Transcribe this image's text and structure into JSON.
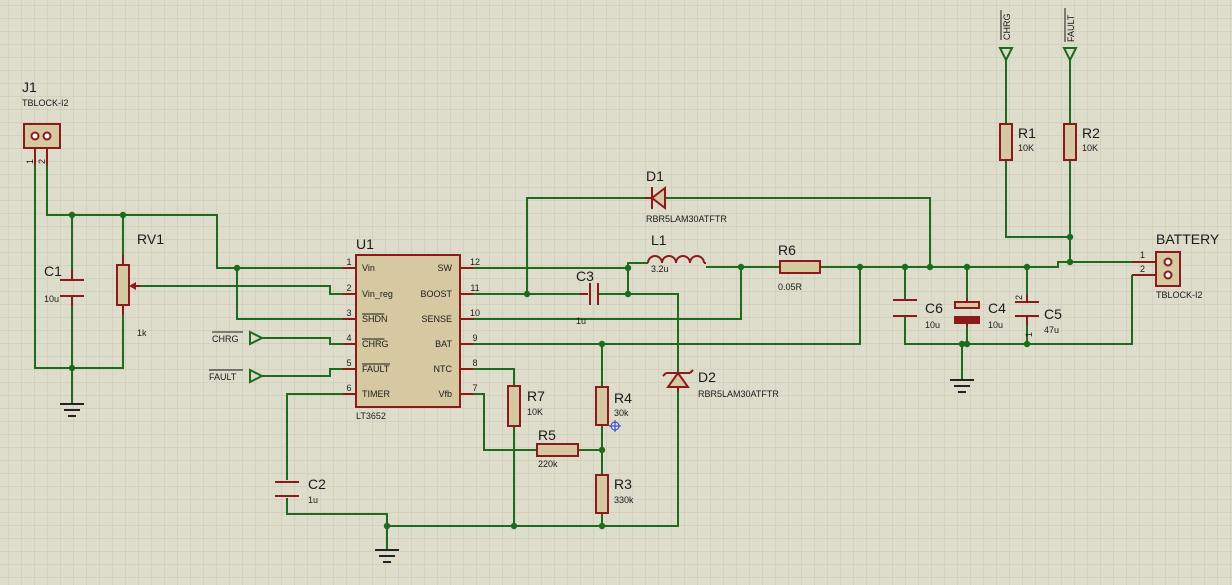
{
  "components": {
    "j1": {
      "ref": "J1",
      "value": "TBLOCK-I2",
      "pin1": "1",
      "pin2": "2"
    },
    "battery": {
      "ref": "BATTERY",
      "value": "TBLOCK-I2",
      "pin1": "1",
      "pin2": "2"
    },
    "rv1": {
      "ref": "RV1",
      "value": "1k"
    },
    "c1": {
      "ref": "C1",
      "value": "10u"
    },
    "c2": {
      "ref": "C2",
      "value": "1u"
    },
    "c3": {
      "ref": "C3",
      "value": "1u"
    },
    "c4": {
      "ref": "C4",
      "value": "10u"
    },
    "c5": {
      "ref": "C5",
      "value": "47u",
      "pin1": "1",
      "pin2": "2"
    },
    "c6": {
      "ref": "C6",
      "value": "10u"
    },
    "l1": {
      "ref": "L1",
      "value": "3.2u"
    },
    "d1": {
      "ref": "D1",
      "value": "RBR5LAM30ATFTR"
    },
    "d2": {
      "ref": "D2",
      "value": "RBR5LAM30ATFTR"
    },
    "r1": {
      "ref": "R1",
      "value": "10K"
    },
    "r2": {
      "ref": "R2",
      "value": "10K"
    },
    "r3": {
      "ref": "R3",
      "value": "330k"
    },
    "r4": {
      "ref": "R4",
      "value": "30k"
    },
    "r5": {
      "ref": "R5",
      "value": "220k"
    },
    "r6": {
      "ref": "R6",
      "value": "0.05R"
    },
    "r7": {
      "ref": "R7",
      "value": "10K"
    },
    "u1": {
      "ref": "U1",
      "value": "LT3652",
      "pins_left": [
        {
          "num": "1",
          "name": "Vin"
        },
        {
          "num": "2",
          "name": "Vin_reg"
        },
        {
          "num": "3",
          "name": "SHDN"
        },
        {
          "num": "4",
          "name": "CHRG"
        },
        {
          "num": "5",
          "name": "FAULT"
        },
        {
          "num": "6",
          "name": "TIMER"
        }
      ],
      "pins_right": [
        {
          "num": "12",
          "name": "SW"
        },
        {
          "num": "11",
          "name": "BOOST"
        },
        {
          "num": "10",
          "name": "SENSE"
        },
        {
          "num": "9",
          "name": "BAT"
        },
        {
          "num": "8",
          "name": "NTC"
        },
        {
          "num": "7",
          "name": "Vfb"
        }
      ]
    }
  },
  "terminals": {
    "chrg_left": "CHRG",
    "fault_left": "FAULT",
    "chrg_top": "CHRG",
    "fault_top": "FAULT"
  },
  "colors": {
    "background": "#dedccb",
    "grid": "#c9c6b3",
    "wire": "#1d6b1d",
    "component": "#8b1a1a",
    "component_fill": "#d6c9a1"
  }
}
